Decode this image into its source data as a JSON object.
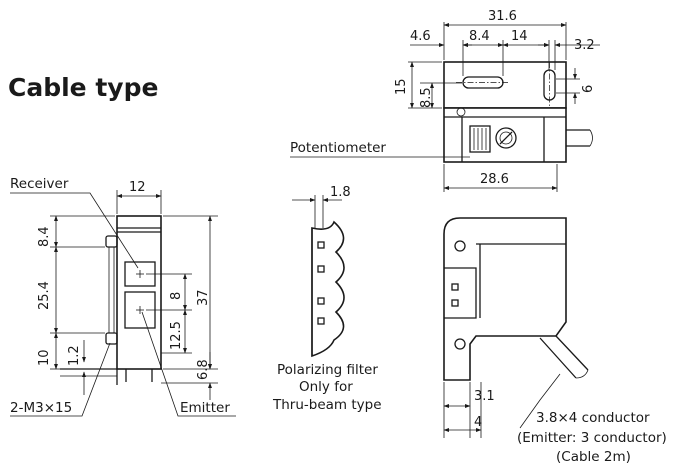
{
  "title": "Cable type",
  "labels": {
    "receiver": "Receiver",
    "emitter": "Emitter",
    "screws": "2-M3×15",
    "potentiometer": "Potentiometer",
    "polarizing_line1": "Polarizing filter",
    "polarizing_line2": "Only for",
    "polarizing_line3": "Thru-beam type",
    "conductor_line1": "3.8×4  conductor",
    "conductor_line2": "(Emitter: 3 conductor)",
    "conductor_line3": "(Cable 2m)"
  },
  "dimensions": {
    "overall_width": "31.6",
    "left_offset": "4.6",
    "slot_length": "8.4",
    "slot_spacing": "14",
    "right_offset": "3.2",
    "top_height": "15",
    "top_slot_height": "8.5",
    "right_slot": "6",
    "bottom_width": "28.6",
    "front_width": "12",
    "front_top": "8.4",
    "front_mid": "25.4",
    "front_bottom": "10",
    "screw_dia": "1.2",
    "overall_height": "37",
    "lens_gap": "8",
    "lens_offset": "12.5",
    "bottom_edge": "6.8",
    "filter_thickness": "1.8",
    "side_3_1": "3.1",
    "side_4": "4"
  }
}
